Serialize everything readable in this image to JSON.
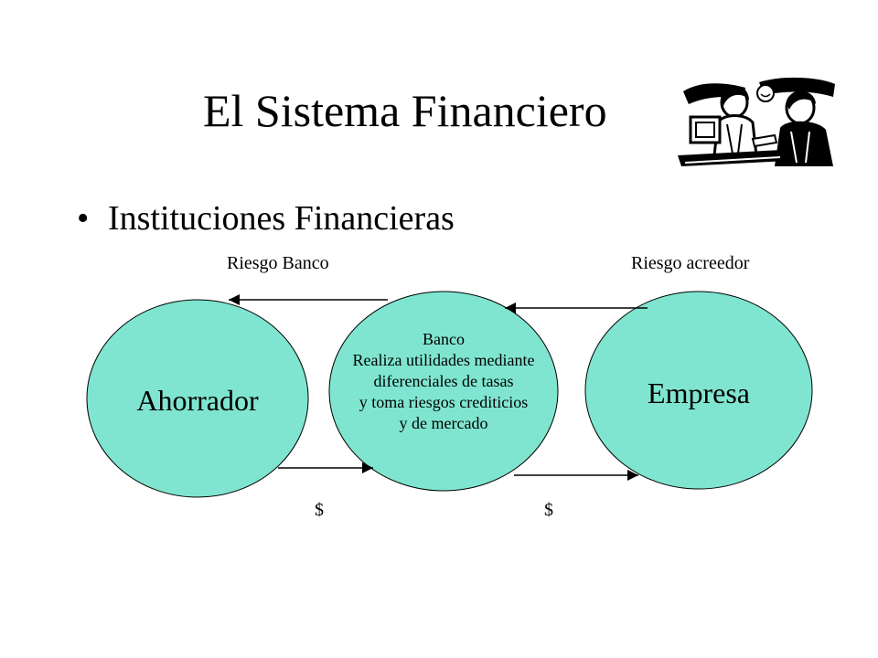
{
  "slide": {
    "title": "El Sistema Financiero",
    "bullet": "Instituciones Financieras"
  },
  "diagram": {
    "risk_left_label": "Riesgo Banco",
    "risk_right_label": "Riesgo acreedor",
    "money_left_label": "$",
    "money_right_label": "$",
    "nodes": {
      "saver": "Ahorrador",
      "company": "Empresa",
      "bank_lines": [
        "Banco",
        "Realiza utilidades mediante",
        "diferenciales de tasas",
        "y toma riesgos crediticios",
        "y de mercado"
      ]
    },
    "node_fill": "#7fe5d0"
  }
}
